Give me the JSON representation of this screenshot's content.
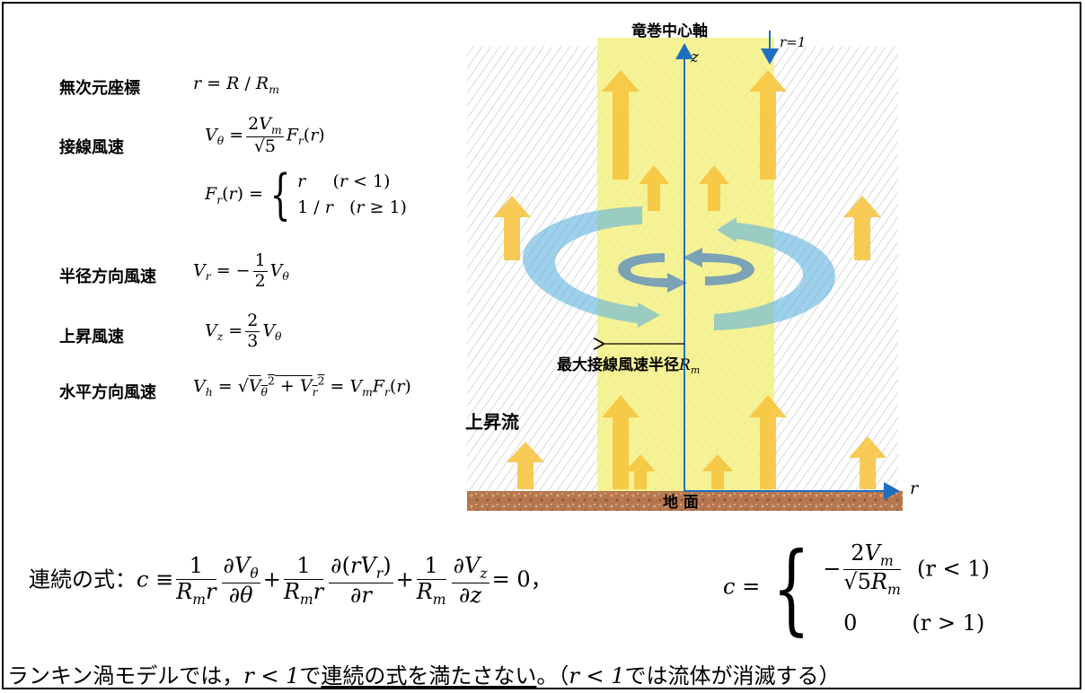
{
  "labels": {
    "dimensionless": "無次元座標",
    "tangential": "接線風速",
    "radial": "半径方向風速",
    "vertical": "上昇風速",
    "horizontal": "水平方向風速"
  },
  "diagram": {
    "axis_title": "竜巻中心軸",
    "z_label": "z",
    "r_label": "r",
    "r1_label": "r=1",
    "max_radius_label": "最大接線風速半径",
    "max_radius_symbol": "R",
    "max_radius_sub": "m",
    "updraft_label": "上昇流",
    "ground_label": "地 面"
  },
  "continuity": {
    "prefix": "連続の式：",
    "case1_cond": "(r < 1)",
    "case2_value": "0",
    "case2_cond": "(r > 1)"
  },
  "note": {
    "part1": "ランキン渦モデルでは，",
    "cond": "r < 1",
    "part2": "で",
    "underlined": "連続の式を満たさない",
    "part3": "。（",
    "cond2": "r < 1",
    "part4": "では流体が消滅する）"
  },
  "colors": {
    "yellow_band": "#f2f07a",
    "arrow_orange": "#f7c23a",
    "rotation_blue": "#7ec3e4",
    "axis_blue": "#1f6fc0",
    "ground_brown": "#b2724a"
  }
}
